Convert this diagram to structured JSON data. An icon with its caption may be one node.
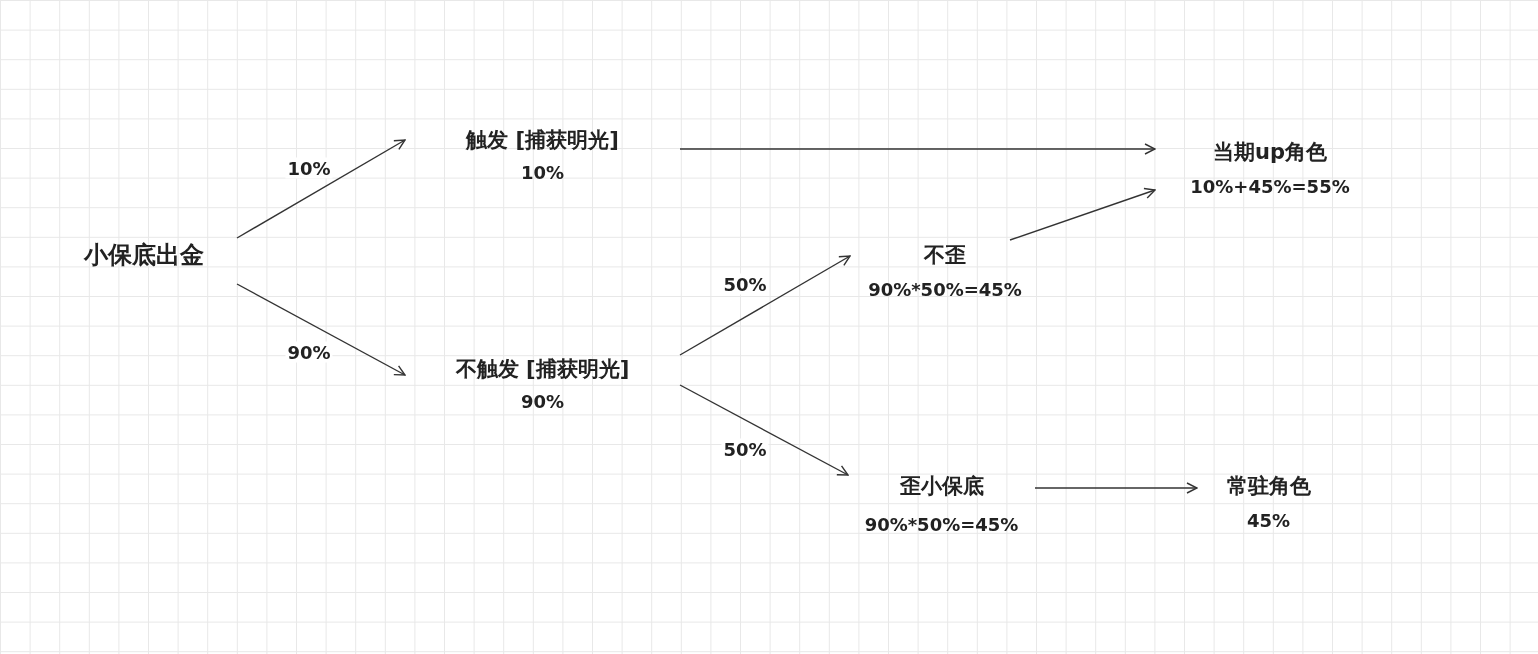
{
  "diagram": {
    "nodes": [
      {
        "text": [
          "小保底出金"
        ]
      },
      {
        "text": [
          "触发 [捕获明光]",
          "10%"
        ]
      },
      {
        "text": [
          "不触发 [捕获明光]",
          "90%"
        ]
      },
      {
        "text": [
          "当期up角色",
          "10%+45%=55%"
        ]
      },
      {
        "text": [
          "不歪",
          "90%*50%=45%"
        ]
      },
      {
        "text": [
          "歪小保底",
          "90%*50%=45%"
        ]
      },
      {
        "text": [
          "常驻角色",
          "45%"
        ]
      }
    ],
    "edges": [
      {
        "from": 0,
        "to": 1,
        "arrow": "to",
        "label": "10%"
      },
      {
        "from": 0,
        "to": 2,
        "arrow": "to",
        "label": "90%"
      },
      {
        "from": 1,
        "to": 3,
        "arrow": "to"
      },
      {
        "from": 2,
        "to": 4,
        "arrow": "to",
        "label": "50%"
      },
      {
        "from": 2,
        "to": 5,
        "arrow": "to",
        "label": "50%"
      },
      {
        "from": 4,
        "to": 3,
        "arrow": "to"
      },
      {
        "from": 5,
        "to": 6,
        "arrow": "to"
      }
    ]
  }
}
